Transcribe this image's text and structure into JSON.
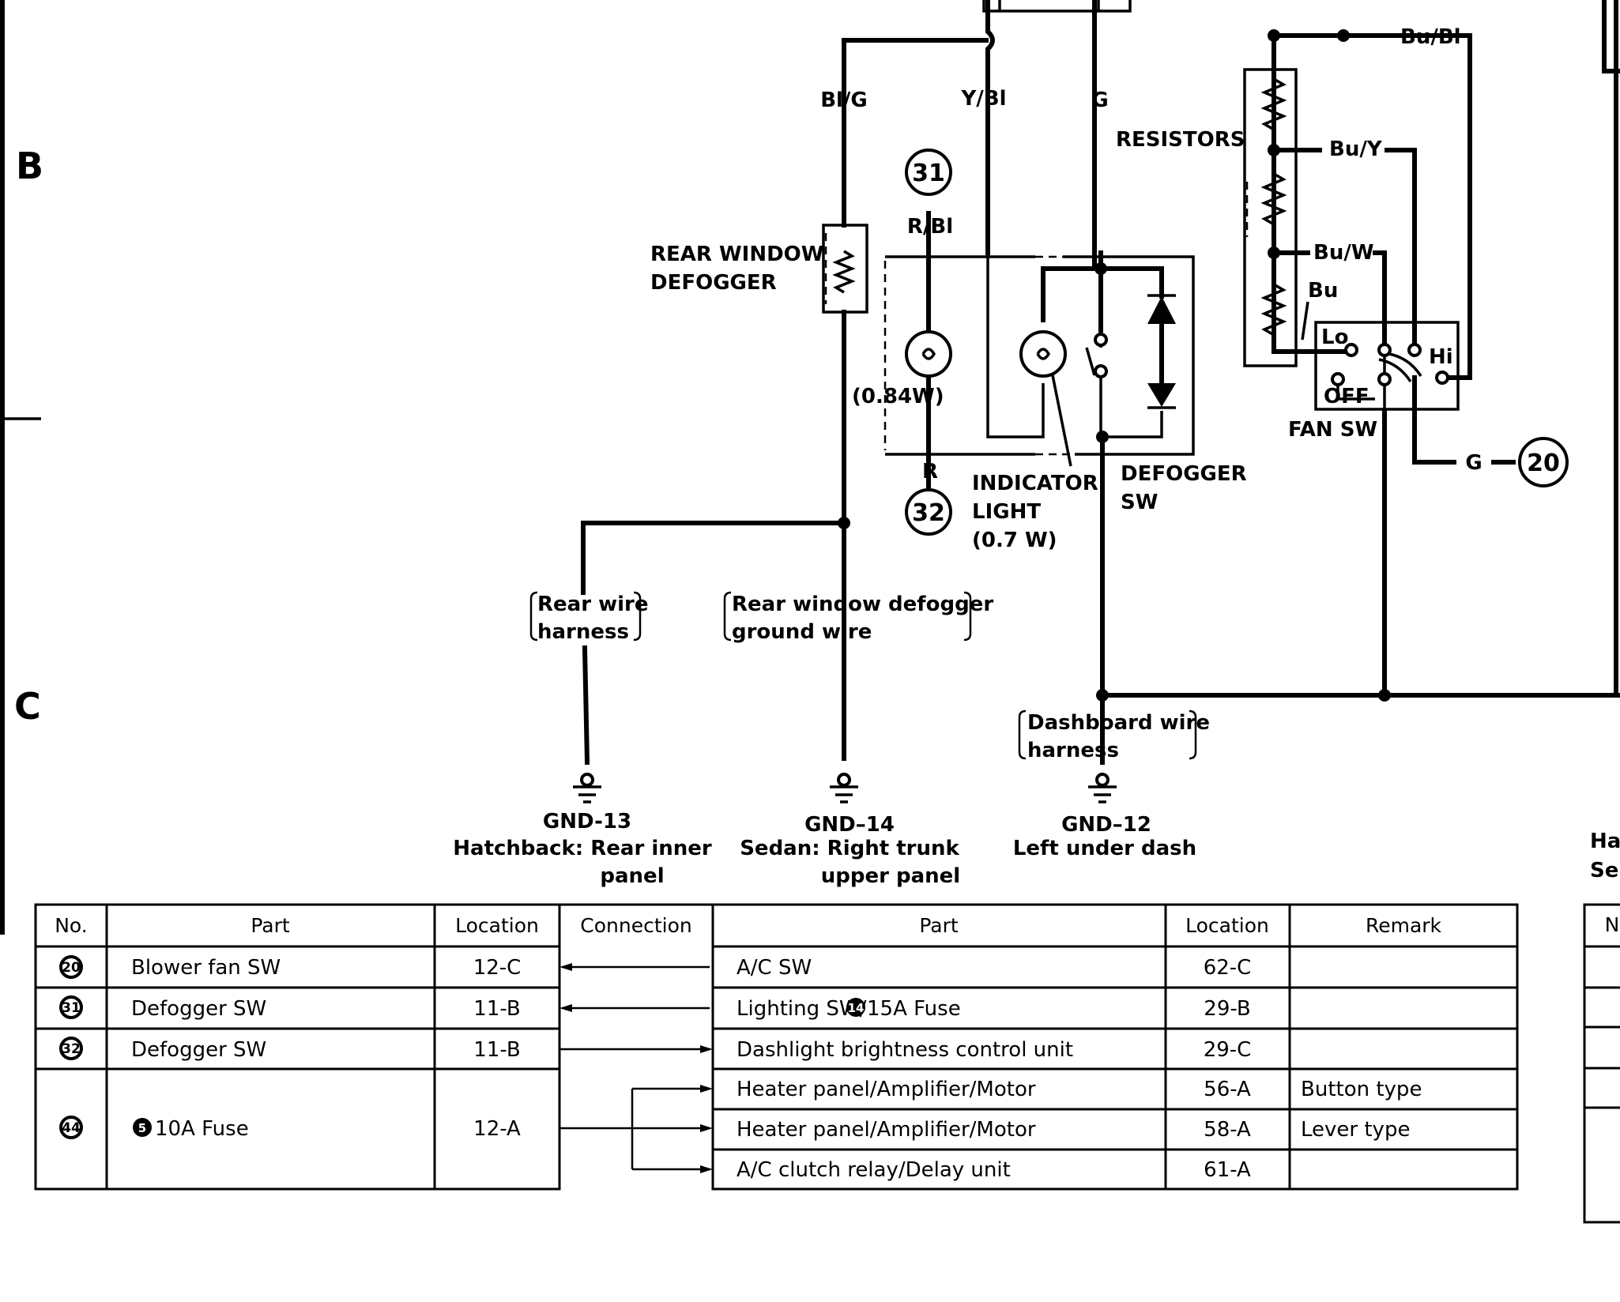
{
  "zones": [
    "B",
    "C"
  ],
  "wire_labels": {
    "bl_g": "Bl/G",
    "y_bl": "Y/Bl",
    "g": "G",
    "r_bl": "R/Bl",
    "r": "R",
    "bu_bl": "Bu/Bl",
    "bu_y": "Bu/Y",
    "bu_w": "Bu/W",
    "bu": "Bu",
    "g2": "G"
  },
  "components": {
    "rear_window_defogger": [
      "REAR WINDOW",
      "DEFOGGER"
    ],
    "resistors": "RESISTORS",
    "bulb_rating": "(0.84W)",
    "indicator_light": [
      "INDICATOR",
      "LIGHT",
      "(0.7 W)"
    ],
    "defogger_sw": [
      "DEFOGGER",
      "SW"
    ],
    "fan_sw": "FAN SW",
    "fan_positions": {
      "lo": "Lo",
      "hi": "Hi",
      "off": "OFF"
    }
  },
  "connectors": {
    "c31": "31",
    "c32": "32",
    "c20": "20"
  },
  "harness_notes": {
    "rear_wire": [
      "Rear wire",
      "harness"
    ],
    "defogger_ground": [
      "Rear window defogger",
      "ground wire"
    ],
    "dashboard": [
      "Dashboard wire",
      "harness"
    ]
  },
  "grounds": [
    {
      "id": "GND-13",
      "desc": [
        "Hatchback: Rear inner",
        "panel"
      ]
    },
    {
      "id": "GND–14",
      "desc": [
        "Sedan: Right trunk",
        "upper panel"
      ]
    },
    {
      "id": "GND–12",
      "desc": [
        "Left under dash"
      ]
    }
  ],
  "right_edge_text": [
    "Ha",
    "Se",
    "N"
  ],
  "table": {
    "headers": [
      "No.",
      "Part",
      "Location",
      "Connection",
      "Part",
      "Location",
      "Remark"
    ],
    "rows": [
      {
        "no": "20",
        "part": "Blower fan SW",
        "loc": "12-C",
        "direction": "in",
        "targets": [
          {
            "part": "A/C SW",
            "loc": "62-C",
            "remark": ""
          }
        ]
      },
      {
        "no": "31",
        "part": "Defogger SW",
        "loc": "11-B",
        "direction": "in",
        "targets": [
          {
            "part": "Lighting SW/",
            "fuse_no": "14",
            "part_suffix": " 15A Fuse",
            "loc": "29-B",
            "remark": ""
          }
        ]
      },
      {
        "no": "32",
        "part": "Defogger SW",
        "loc": "11-B",
        "direction": "out",
        "targets": [
          {
            "part": "Dashlight brightness control unit",
            "loc": "29-C",
            "remark": ""
          }
        ]
      },
      {
        "no": "44",
        "part_fuse_no": "5",
        "part": " 10A Fuse",
        "loc": "12-A",
        "direction": "out",
        "targets": [
          {
            "part": "Heater panel/Amplifier/Motor",
            "loc": "56-A",
            "remark": "Button type"
          },
          {
            "part": "Heater panel/Amplifier/Motor",
            "loc": "58-A",
            "remark": "Lever type"
          },
          {
            "part": "A/C clutch relay/Delay unit",
            "loc": "61-A",
            "remark": ""
          }
        ]
      }
    ]
  }
}
